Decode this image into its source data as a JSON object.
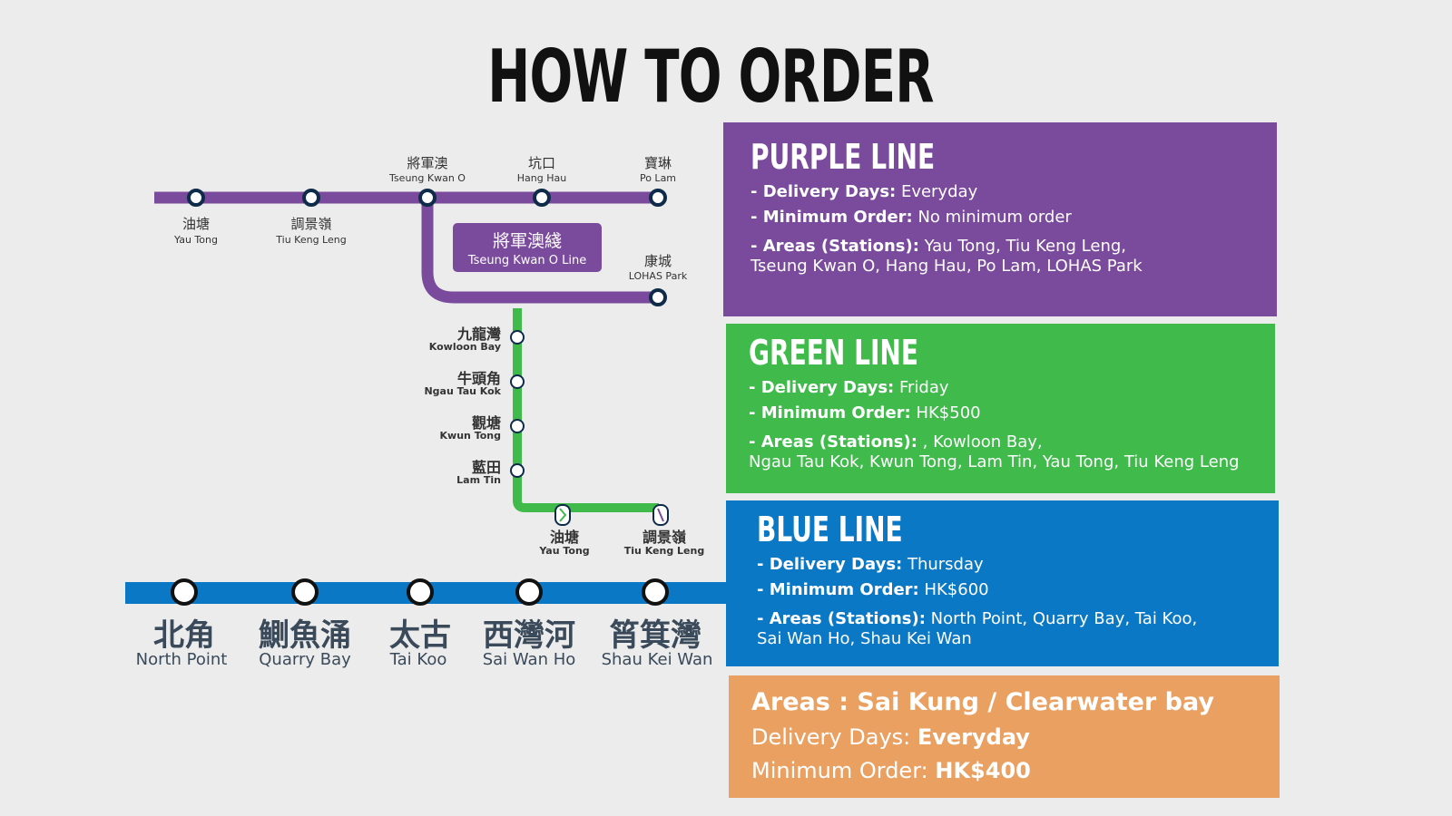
{
  "title": "HOW TO ORDER",
  "map": {
    "purple_stations": [
      {
        "zh": "油塘",
        "en": "Yau Tong"
      },
      {
        "zh": "調景嶺",
        "en": "Tiu Keng Leng"
      },
      {
        "zh": "將軍澳",
        "en": "Tseung Kwan O"
      },
      {
        "zh": "坑口",
        "en": "Hang Hau"
      },
      {
        "zh": "寶琳",
        "en": "Po Lam"
      },
      {
        "zh": "康城",
        "en": "LOHAS Park"
      }
    ],
    "tko_line_zh": "將軍澳綫",
    "tko_line_en": "Tseung Kwan O Line",
    "green_stations": [
      {
        "zh": "九龍灣",
        "en": "Kowloon Bay"
      },
      {
        "zh": "牛頭角",
        "en": "Ngau Tau Kok"
      },
      {
        "zh": "觀塘",
        "en": "Kwun Tong"
      },
      {
        "zh": "藍田",
        "en": "Lam Tin"
      },
      {
        "zh": "油塘",
        "en": "Yau Tong"
      },
      {
        "zh": "調景嶺",
        "en": "Tiu Keng Leng"
      }
    ],
    "blue_stations": [
      {
        "zh": "北角",
        "en": "North Point"
      },
      {
        "zh": "鰂魚涌",
        "en": "Quarry Bay"
      },
      {
        "zh": "太古",
        "en": "Tai Koo"
      },
      {
        "zh": "西灣河",
        "en": "Sai Wan Ho"
      },
      {
        "zh": "筲箕灣",
        "en": "Shau Kei Wan"
      }
    ],
    "colors": {
      "purple": "#7a4a9c",
      "green": "#3fba4b",
      "blue": "#0b78c6",
      "node": "#0f2b4a"
    }
  },
  "purple": {
    "heading": "PURPLE LINE",
    "delivery_label": "- Delivery Days:",
    "delivery_value": " Everyday",
    "min_label": "- Minimum Order:",
    "min_value": " No minimum order",
    "areas_label": "- Areas (Stations):",
    "areas_value": "  Yau Tong, Tiu Keng Leng,",
    "areas_line2": "Tseung  Kwan O, Hang Hau, Po Lam, LOHAS Park"
  },
  "green": {
    "heading": "GREEN LINE",
    "delivery_label": "- Delivery Days:",
    "delivery_value": " Friday",
    "min_label": "- Minimum Order:",
    "min_value": " HK$500",
    "areas_label": "- Areas (Stations):",
    "areas_value": " , Kowloon Bay,",
    "areas_line2": "Ngau Tau Kok, Kwun Tong, Lam Tin, Yau Tong, Tiu Keng Leng"
  },
  "blue": {
    "heading": "BLUE LINE",
    "delivery_label": "- Delivery Days:",
    "delivery_value": " Thursday",
    "min_label": "- Minimum Order:",
    "min_value": " HK$600",
    "areas_label": "- Areas (Stations):",
    "areas_value": " North Point, Quarry Bay, Tai Koo,",
    "areas_line2": "Sai Wan Ho, Shau Kei Wan"
  },
  "orange": {
    "areas": "Areas  : Sai Kung / Clearwater bay",
    "delivery_label": "Delivery Days: ",
    "delivery_value": "Everyday",
    "min_label": "Minimum Order: ",
    "min_value": "HK$400"
  }
}
